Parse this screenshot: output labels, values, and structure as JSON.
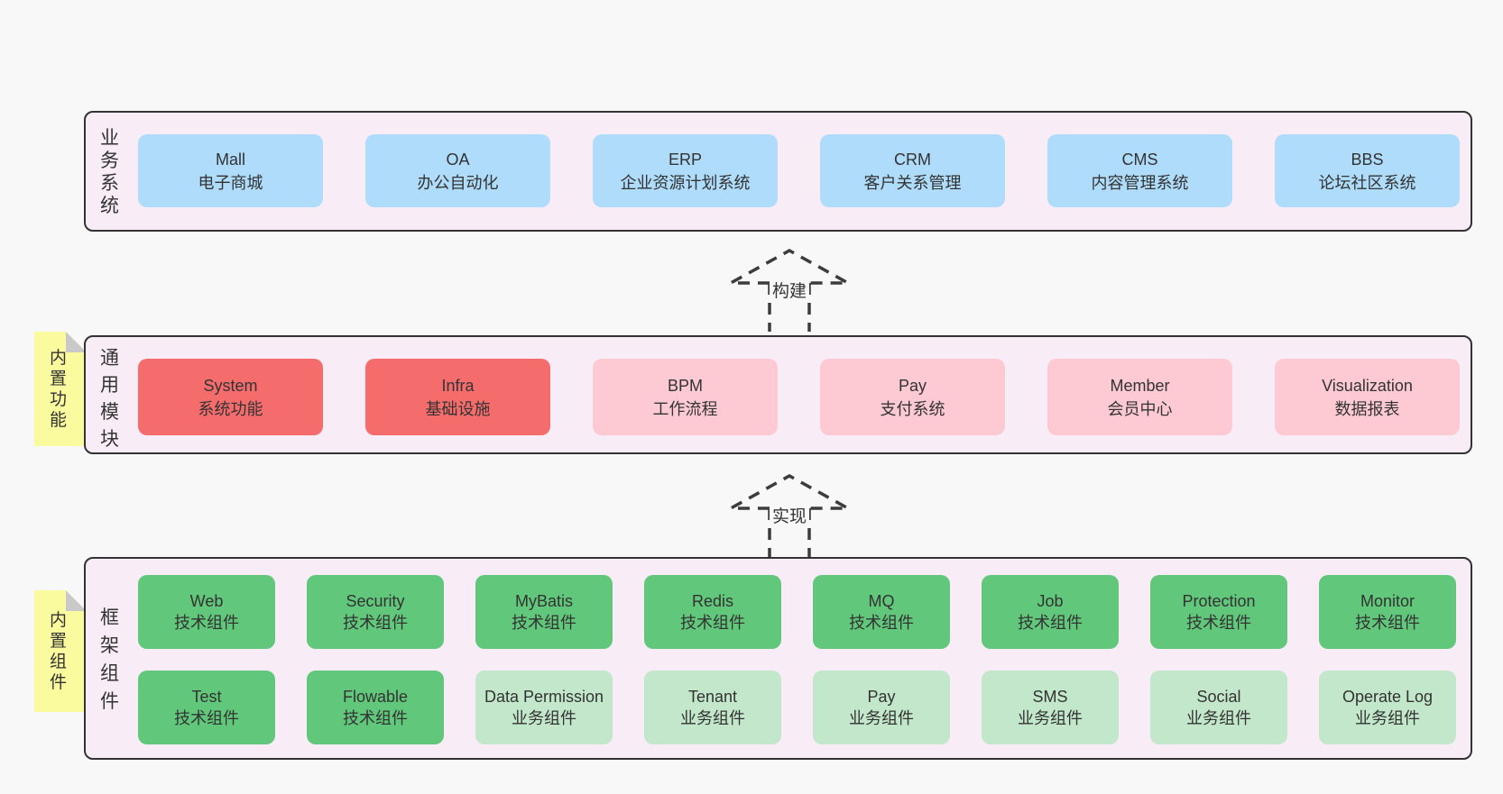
{
  "palette": {
    "page_bg": "#f8f8f8",
    "section_bg": "#f8edf6",
    "section_border": "#333333",
    "blue": "#aedcfa",
    "red": "#f56c6c",
    "pink": "#fdcad3",
    "green": "#61c77a",
    "light_green": "#c2e7ca",
    "note_yellow": "#fafa9e",
    "note_fold_gray": "#c9c9c9",
    "text": "#333333"
  },
  "arrows": [
    {
      "label": "构建"
    },
    {
      "label": "实现"
    }
  ],
  "sections": {
    "business": {
      "label": "业务系统",
      "boxes": [
        {
          "title": "Mall",
          "subtitle": "电子商城",
          "variant": "blue"
        },
        {
          "title": "OA",
          "subtitle": "办公自动化",
          "variant": "blue"
        },
        {
          "title": "ERP",
          "subtitle": "企业资源计划系统",
          "variant": "blue"
        },
        {
          "title": "CRM",
          "subtitle": "客户关系管理",
          "variant": "blue"
        },
        {
          "title": "CMS",
          "subtitle": "内容管理系统",
          "variant": "blue"
        },
        {
          "title": "BBS",
          "subtitle": "论坛社区系统",
          "variant": "blue"
        }
      ]
    },
    "modules": {
      "label": "通用模块",
      "note": "内置功能",
      "boxes": [
        {
          "title": "System",
          "subtitle": "系统功能",
          "variant": "red"
        },
        {
          "title": "Infra",
          "subtitle": "基础设施",
          "variant": "red"
        },
        {
          "title": "BPM",
          "subtitle": "工作流程",
          "variant": "pink"
        },
        {
          "title": "Pay",
          "subtitle": "支付系统",
          "variant": "pink"
        },
        {
          "title": "Member",
          "subtitle": "会员中心",
          "variant": "pink"
        },
        {
          "title": "Visualization",
          "subtitle": "数据报表",
          "variant": "pink"
        }
      ]
    },
    "components": {
      "label": "框架组件",
      "note": "内置组件",
      "rows": [
        [
          {
            "title": "Web",
            "subtitle": "技术组件",
            "variant": "green"
          },
          {
            "title": "Security",
            "subtitle": "技术组件",
            "variant": "green"
          },
          {
            "title": "MyBatis",
            "subtitle": "技术组件",
            "variant": "green"
          },
          {
            "title": "Redis",
            "subtitle": "技术组件",
            "variant": "green"
          },
          {
            "title": "MQ",
            "subtitle": "技术组件",
            "variant": "green"
          },
          {
            "title": "Job",
            "subtitle": "技术组件",
            "variant": "green"
          },
          {
            "title": "Protection",
            "subtitle": "技术组件",
            "variant": "green"
          },
          {
            "title": "Monitor",
            "subtitle": "技术组件",
            "variant": "green"
          }
        ],
        [
          {
            "title": "Test",
            "subtitle": "技术组件",
            "variant": "green"
          },
          {
            "title": "Flowable",
            "subtitle": "技术组件",
            "variant": "green"
          },
          {
            "title": "Data Permission",
            "subtitle": "业务组件",
            "variant": "light_green"
          },
          {
            "title": "Tenant",
            "subtitle": "业务组件",
            "variant": "light_green"
          },
          {
            "title": "Pay",
            "subtitle": "业务组件",
            "variant": "light_green"
          },
          {
            "title": "SMS",
            "subtitle": "业务组件",
            "variant": "light_green"
          },
          {
            "title": "Social",
            "subtitle": "业务组件",
            "variant": "light_green"
          },
          {
            "title": "Operate Log",
            "subtitle": "业务组件",
            "variant": "light_green"
          }
        ]
      ]
    }
  }
}
